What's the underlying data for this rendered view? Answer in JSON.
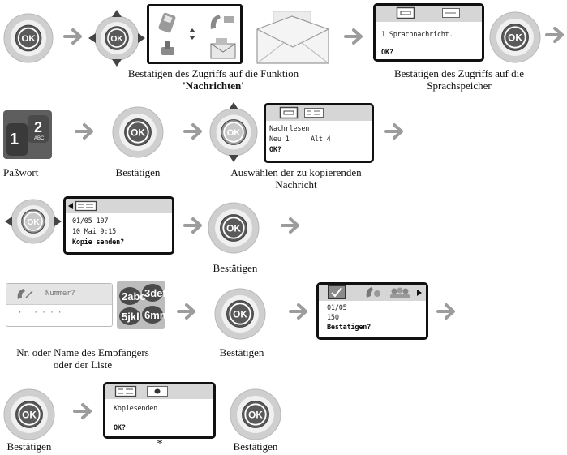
{
  "colors": {
    "button_grey": "#cfcfcf",
    "button_light": "#f0f0f0",
    "button_face": "#5a5a5a",
    "arrow_grey": "#9c9c9c",
    "lcd_header": "#d6d6d6"
  },
  "icons": {
    "ok_button": "ok-button",
    "nav_wheel": "navigation-wheel",
    "arrow": "right-arrow",
    "envelope": "envelope",
    "keypad": "keypad-keys"
  },
  "ok_label": "OK",
  "row1": {
    "caption1_line1": "Bestätigen des Zugriffs auf die Funktion",
    "caption1_line2": "'Nachrichten'",
    "screen_line1": "1 Sprachnachricht.",
    "screen_line2": "OK?",
    "caption2_line1": "Bestätigen des Zugriffs auf die",
    "caption2_line2": "Sprachspeicher"
  },
  "row2": {
    "keypad_keys": [
      "1",
      "2",
      "ABC"
    ],
    "caption_password": "Paßwort",
    "caption_confirm": "Bestätigen",
    "screen_line1": "Nachrlesen",
    "screen_new": "Neu 1",
    "screen_old": "Alt 4",
    "screen_ok": "OK?",
    "caption_select_line1": "Auswählen der zu kopierenden",
    "caption_select_line2": "Nachricht"
  },
  "row3": {
    "screen_line1": "01/05 107",
    "screen_line2": "10 Mai 9:15",
    "screen_line3": "Kopie senden?",
    "caption_confirm": "Bestätigen"
  },
  "row4": {
    "screen_number_label": "Nummer?",
    "screen_dots": "· · · · · ·",
    "keypad_keys": [
      "2abc",
      "3def",
      "5jkl",
      "6mno"
    ],
    "caption_recipient_line1": "Nr. oder Name des Empfängers",
    "caption_recipient_line2": "oder der Liste",
    "caption_confirm": "Bestätigen",
    "screen2_line1": "01/05",
    "screen2_line2": "150",
    "screen2_line3": "Bestätigen?"
  },
  "row5": {
    "caption_confirm1": "Bestätigen",
    "screen_line1": "Kopiesenden",
    "screen_line2": "OK?",
    "asterisk": "*",
    "caption_confirm2": "Bestätigen"
  }
}
